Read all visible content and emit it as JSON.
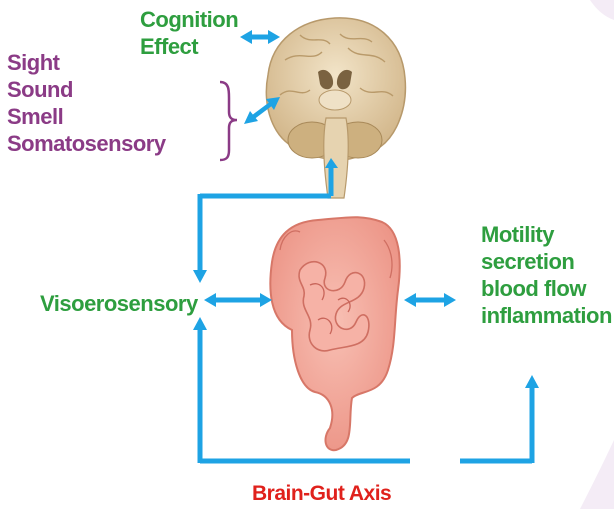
{
  "labels": {
    "cognition": "Cognition",
    "effect": "Effect",
    "senses": [
      "Sight",
      "Sound",
      "Smell",
      "Somatosensory"
    ],
    "visceral": "Visoerosensory",
    "gut_effects": [
      "Motility",
      "secretion",
      "blood flow",
      "inflammation"
    ],
    "footer": "Brain-Gut Axis"
  },
  "colors": {
    "arrow": "#1ea3e4",
    "green_text": "#2e9e3f",
    "purple_text": "#8b3b86",
    "red_text": "#e0211c",
    "brain": "#d9bf93",
    "intestine": "#f3a69a"
  },
  "icons": [
    "brain-illustration",
    "intestine-illustration",
    "curly-brace-icon"
  ]
}
